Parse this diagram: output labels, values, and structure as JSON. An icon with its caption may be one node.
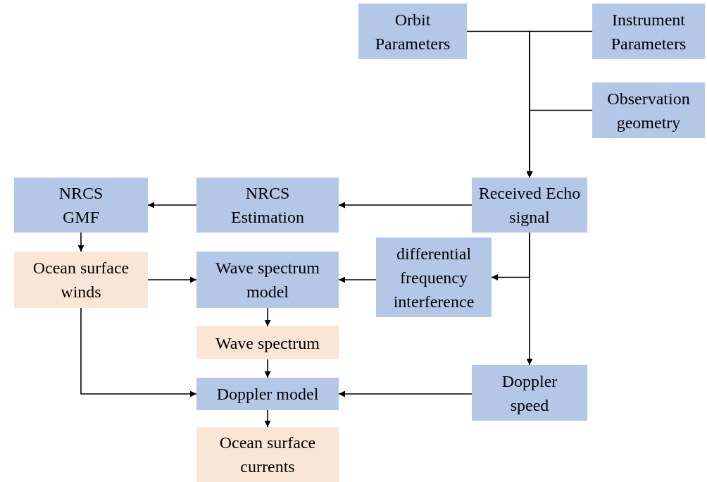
{
  "diagram": {
    "nodes": [
      {
        "text": [
          "Orbit Parameters"
        ]
      },
      {
        "text": [
          "Instrument Parameters"
        ]
      },
      {
        "text": [
          "Observation geometry"
        ]
      },
      {
        "text": [
          "Received Echo signal"
        ]
      },
      {
        "text": [
          "NRCS Estimation"
        ]
      },
      {
        "text": [
          "NRCS GMF"
        ]
      },
      {
        "text": [
          "Ocean surface winds"
        ]
      },
      {
        "text": [
          "Wave spectrum model"
        ]
      },
      {
        "text": [
          "differential frequency interference"
        ]
      },
      {
        "text": [
          "Wave spectrum"
        ]
      },
      {
        "text": [
          "Doppler model"
        ]
      },
      {
        "text": [
          "Doppler speed"
        ]
      },
      {
        "text": [
          "Ocean surface currents"
        ]
      }
    ],
    "edges": [
      {
        "from": 0,
        "to": 3,
        "arrow": "to"
      },
      {
        "from": 1,
        "to": 3,
        "arrow": "to"
      },
      {
        "from": 2,
        "to": 3,
        "arrow": "to"
      },
      {
        "from": 3,
        "to": 4,
        "arrow": "to"
      },
      {
        "from": 4,
        "to": 5,
        "arrow": "to"
      },
      {
        "from": 5,
        "to": 6,
        "arrow": "to"
      },
      {
        "from": 6,
        "to": 7,
        "arrow": "to"
      },
      {
        "from": 3,
        "to": 8,
        "arrow": "to"
      },
      {
        "from": 8,
        "to": 7,
        "arrow": "to"
      },
      {
        "from": 3,
        "to": 11,
        "arrow": "to"
      },
      {
        "from": 7,
        "to": 9,
        "arrow": "to"
      },
      {
        "from": 9,
        "to": 10,
        "arrow": "to"
      },
      {
        "from": 10,
        "to": 12,
        "arrow": "to"
      },
      {
        "from": 6,
        "to": 10,
        "arrow": "to"
      },
      {
        "from": 11,
        "to": 10,
        "arrow": "to"
      }
    ]
  }
}
